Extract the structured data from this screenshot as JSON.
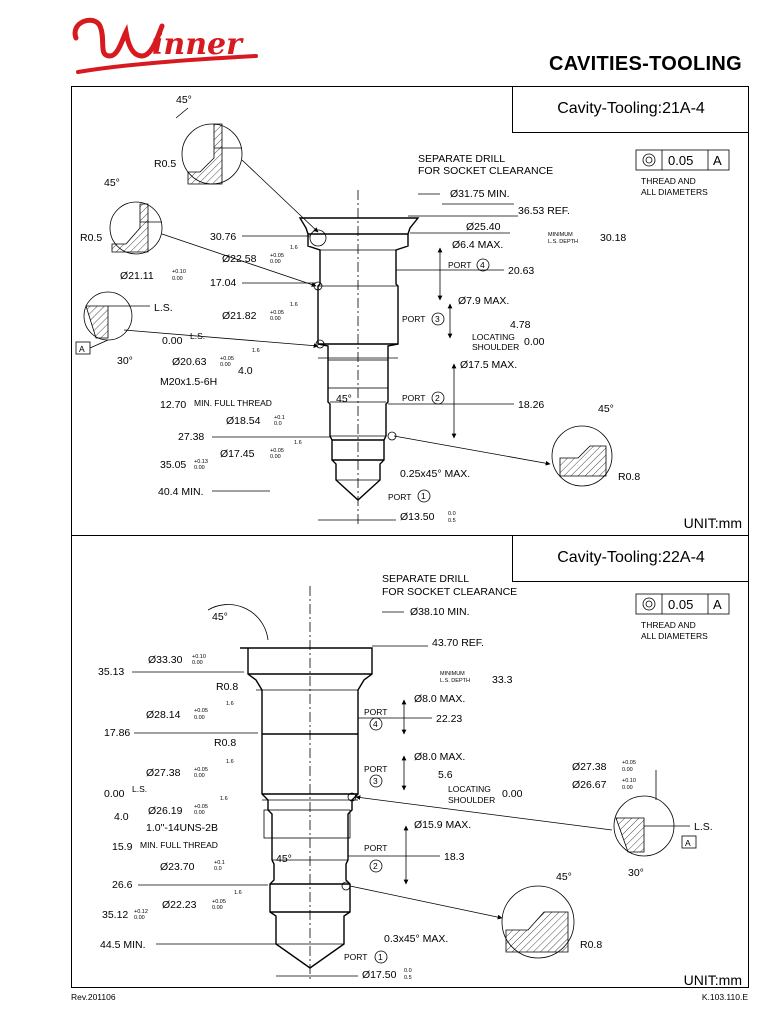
{
  "header": {
    "logo_text": "Winner",
    "title": "CAVITIES-TOOLING"
  },
  "footer": {
    "revision": "Rev.201106",
    "code": "K.103.110.E"
  },
  "panels": [
    {
      "title": "Cavity-Tooling:21A-4",
      "unit": "UNIT:mm",
      "tolerance_box": {
        "value": "0.05",
        "datum": "A",
        "note_line1": "THREAD AND",
        "note_line2": "ALL DIAMETERS"
      },
      "notes": {
        "drill_line1": "SEPARATE DRILL",
        "drill_line2": "FOR SOCKET CLEARANCE",
        "min_full_thread": "MIN. FULL THREAD",
        "min_ls_depth_1": "MINIMUM",
        "min_ls_depth_2": "L.S. DEPTH",
        "locating_1": "LOCATING",
        "locating_2": "SHOULDER",
        "ls": "L.S.",
        "chamfer": "0.25x45° MAX.",
        "thread_spec": "M20x1.5-6H"
      },
      "dims": {
        "d1": "Ø31.75 MIN.",
        "ref": "36.53 REF.",
        "d2": "Ø25.40",
        "d3": "Ø6.4 MAX.",
        "d4": "Ø7.9 MAX.",
        "d5": "Ø17.5 MAX.",
        "d6": "Ø22.58",
        "d6_tol_u": "+0.05",
        "d6_tol_l": "0.00",
        "d7": "Ø21.82",
        "d7_tol_u": "+0.05",
        "d7_tol_l": "0.00",
        "d8": "Ø20.63",
        "d8_tol_u": "+0.05",
        "d8_tol_l": "0.00",
        "d9": "Ø18.54",
        "d9_tol_u": "+0.1",
        "d9_tol_l": "0.0",
        "d10": "Ø17.45",
        "d10_tol_u": "+0.05",
        "d10_tol_l": "0.00",
        "d11": "Ø21.11",
        "d11_tol_u": "+0.10",
        "d11_tol_l": "0.00",
        "d12": "Ø13.50",
        "d12_tol_u": "0.0",
        "d12_tol_l": "0.5",
        "v1": "30.76",
        "v2": "17.04",
        "v3": "0.00",
        "v4": "4.0",
        "v5": "12.70",
        "v6": "27.38",
        "v7": "35.05",
        "v7_tol_u": "+0.13",
        "v7_tol_l": "0.00",
        "v8": "40.4 MIN.",
        "r1": "30.18",
        "r2": "20.63",
        "r3": "4.78",
        "r4": "0.00",
        "r5": "18.26",
        "surface": "1.6"
      },
      "ports": [
        {
          "label": "PORT",
          "num": "4"
        },
        {
          "label": "PORT",
          "num": "3"
        },
        {
          "label": "PORT",
          "num": "2"
        },
        {
          "label": "PORT",
          "num": "1"
        }
      ],
      "details": {
        "angle": "45°",
        "r05": "R0.5",
        "r08": "R0.8",
        "angle30": "30°",
        "datum": "A"
      }
    },
    {
      "title": "Cavity-Tooling:22A-4",
      "unit": "UNIT:mm",
      "tolerance_box": {
        "value": "0.05",
        "datum": "A",
        "note_line1": "THREAD AND",
        "note_line2": "ALL DIAMETERS"
      },
      "notes": {
        "drill_line1": "SEPARATE DRILL",
        "drill_line2": "FOR SOCKET CLEARANCE",
        "min_full_thread": "MIN. FULL THREAD",
        "min_ls_depth_1": "MINIMUM",
        "min_ls_depth_2": "L.S. DEPTH",
        "locating_1": "LOCATING",
        "locating_2": "SHOULDER",
        "ls": "L.S.",
        "chamfer": "0.3x45° MAX.",
        "thread_spec": "1.0\"-14UNS-2B"
      },
      "dims": {
        "d1": "Ø38.10 MIN.",
        "ref": "43.70 REF.",
        "d3": "Ø8.0 MAX.",
        "d4": "Ø8.0 MAX.",
        "d5": "Ø15.9 MAX.",
        "d6": "Ø33.30",
        "d6_tol_u": "+0.10",
        "d6_tol_l": "0.00",
        "d7": "Ø28.14",
        "d7_tol_u": "+0.05",
        "d7_tol_l": "0.00",
        "d8": "Ø27.38",
        "d8_tol_u": "+0.05",
        "d8_tol_l": "0.00",
        "d9": "Ø26.19",
        "d9_tol_u": "+0.05",
        "d9_tol_l": "0.00",
        "d10": "Ø23.70",
        "d10_tol_u": "+0.1",
        "d10_tol_l": "0.0",
        "d11": "Ø22.23",
        "d11_tol_u": "+0.05",
        "d11_tol_l": "0.00",
        "d12": "Ø17.50",
        "d12_tol_u": "0.0",
        "d12_tol_l": "0.5",
        "d13": "Ø27.38",
        "d13_tol_u": "+0.05",
        "d13_tol_l": "0.00",
        "d14": "Ø26.67",
        "d14_tol_u": "+0.10",
        "d14_tol_l": "0.00",
        "v1": "35.13",
        "v2": "17.86",
        "v3": "0.00",
        "v4": "4.0",
        "v5": "15.9",
        "v6": "26.6",
        "v7": "35.12",
        "v7_tol_u": "+0.12",
        "v7_tol_l": "0.00",
        "v8": "44.5 MIN.",
        "r1": "33.3",
        "r2": "22.23",
        "r3": "5.6",
        "r4": "0.00",
        "r5": "18.3",
        "surface": "1.6"
      },
      "ports": [
        {
          "label": "PORT",
          "num": "4"
        },
        {
          "label": "PORT",
          "num": "3"
        },
        {
          "label": "PORT",
          "num": "2"
        },
        {
          "label": "PORT",
          "num": "1"
        }
      ],
      "details": {
        "angle": "45°",
        "r08": "R0.8",
        "angle30": "30°",
        "datum": "A"
      }
    }
  ]
}
